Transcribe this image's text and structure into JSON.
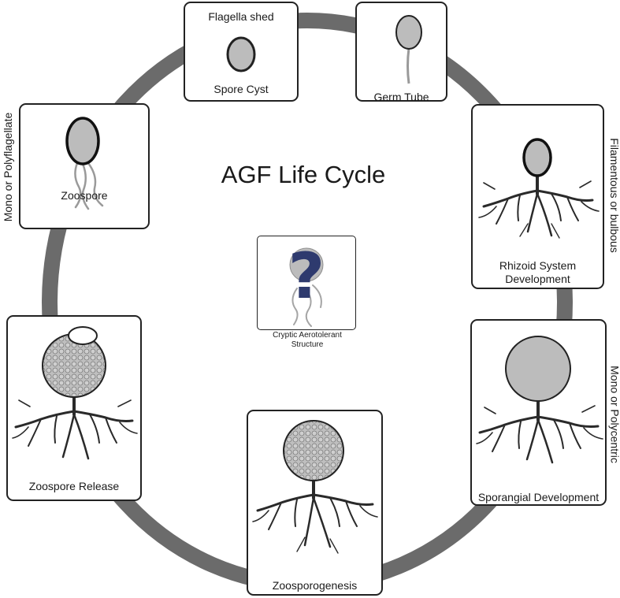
{
  "diagram": {
    "title": "AGF Life Cycle",
    "stages": [
      {
        "key": "spore-cyst",
        "top_label": "Flagella shed",
        "label": "Spore Cyst"
      },
      {
        "key": "germ-tube",
        "label": "Germ Tube"
      },
      {
        "key": "rhizoid",
        "label_line1": "Rhizoid System",
        "label_line2": "Development"
      },
      {
        "key": "sporangial",
        "label": "Sporangial Development"
      },
      {
        "key": "zoosporogenesis",
        "label": "Zoosporogenesis"
      },
      {
        "key": "zoospore-release",
        "label": "Zoospore Release"
      },
      {
        "key": "zoospore",
        "label": "Zoospore"
      }
    ],
    "center": {
      "label_line1": "Cryptic Aerotolerant",
      "label_line2": "Structure",
      "glyph": "?"
    },
    "side_labels": {
      "left": "Mono or Polyflagellate",
      "right_top": "Filamentous or bulbous",
      "right_bottom": "Mono or Polycentric"
    },
    "colors": {
      "ring": "#6b6b6b",
      "cell_fill": "#bcbcbc",
      "outline": "#222222",
      "question_mark": "#2e3a6e"
    }
  }
}
